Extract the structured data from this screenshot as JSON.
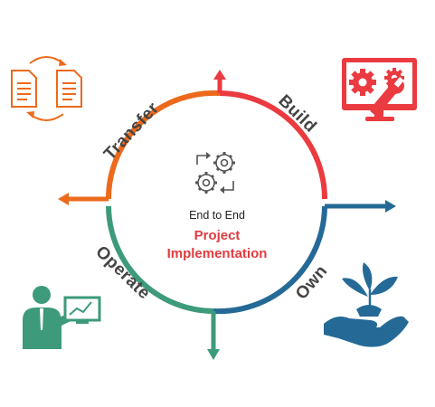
{
  "center": {
    "line1": "End to End",
    "line2": "Project",
    "line3": "Implementation"
  },
  "phases": [
    {
      "label": "Build",
      "color": "#ea3b40",
      "icon": "computer-gears-wrench-icon"
    },
    {
      "label": "Own",
      "color": "#256a96",
      "icon": "hand-plant-icon"
    },
    {
      "label": "Operate",
      "color": "#3d9a7b",
      "icon": "presenter-chart-icon"
    },
    {
      "label": "Transfer",
      "color": "#ec6a1c",
      "icon": "documents-exchange-icon"
    }
  ],
  "center_icon": "gears-cycle-icon"
}
